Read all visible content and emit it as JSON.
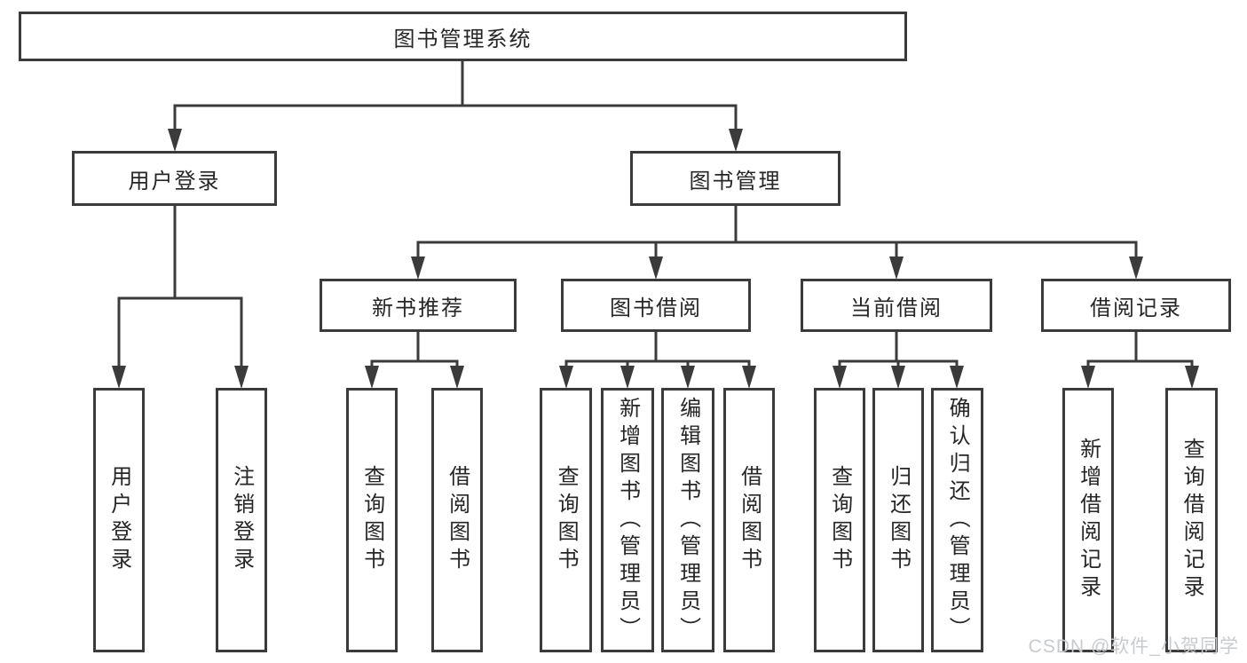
{
  "diagram": {
    "root": {
      "label": "图书管理系统"
    },
    "branches": {
      "user": {
        "label": "用户登录",
        "children": [
          {
            "label": "用户登录"
          },
          {
            "label": "注销登录"
          }
        ]
      },
      "books": {
        "label": "图书管理"
      }
    },
    "modules": [
      {
        "label": "新书推荐",
        "children": [
          {
            "label": "查询图书"
          },
          {
            "label": "借阅图书"
          }
        ]
      },
      {
        "label": "图书借阅",
        "children": [
          {
            "label": "查询图书"
          },
          {
            "label": "新增图书（管理员）"
          },
          {
            "label": "编辑图书（管理员）"
          },
          {
            "label": "借阅图书"
          }
        ]
      },
      {
        "label": "当前借阅",
        "children": [
          {
            "label": "查询图书"
          },
          {
            "label": "归还图书"
          },
          {
            "label": "确认归还（管理员）"
          }
        ]
      },
      {
        "label": "借阅记录",
        "children": [
          {
            "label": "新增借阅记录"
          },
          {
            "label": "查询借阅记录"
          }
        ]
      }
    ]
  },
  "watermark": {
    "text": "CSDN @软件_小贺同学"
  },
  "colors": {
    "line": "#3b3b3b",
    "text": "#262626",
    "box_bg": "#ffffff",
    "watermark": "#c8cbce"
  }
}
